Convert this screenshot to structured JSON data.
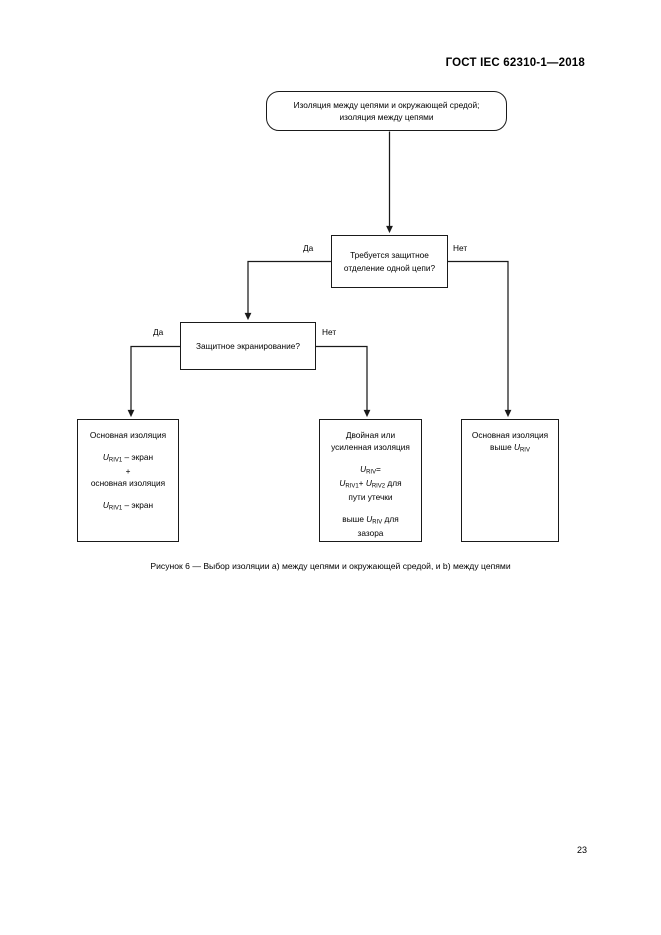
{
  "document": {
    "header": "ГОСТ IEC 62310-1—2018",
    "page_number": "23"
  },
  "figure": {
    "caption": "Рисунок 6 — Выбор изоляции a) между цепями и окружающей средой, и b) между цепями",
    "nodes": {
      "start": {
        "line1": "Изоляция между цепями и окружающей средой;",
        "line2": "изоляция между цепями"
      },
      "decision_1": {
        "line1": "Требуется защитное",
        "line2": "отделение одной цепи?"
      },
      "decision_2": {
        "line1": "Защитное экранирование?"
      },
      "result_left": {
        "line1": "Основная изоляция",
        "formula1_u": "U",
        "formula1_sub": "RIV1",
        "formula1_rest": " – экран",
        "plus": "+",
        "line2": "основная изоляция",
        "formula2_u": "U",
        "formula2_sub": "RIV1",
        "formula2_rest": " – экран"
      },
      "result_middle": {
        "line1": "Двойная или",
        "line2": "усиленная изоляция",
        "formula1_u": "U",
        "formula1_sub": "RIV",
        "formula1_rest": "=",
        "formula2_u1": "U",
        "formula2_sub1": "RIV1",
        "formula2_op": "+ ",
        "formula2_u2": "U",
        "formula2_sub2": "RIV2",
        "formula2_rest": " для",
        "line3": "пути утечки",
        "formula3_pre": "выше ",
        "formula3_u": "U",
        "formula3_sub": "RIV",
        "formula3_rest": " для",
        "line4": "зазора"
      },
      "result_right": {
        "line1": "Основная изоляция",
        "formula1_pre": "выше ",
        "formula1_u": "U",
        "formula1_sub": "RIV"
      }
    },
    "edge_labels": {
      "yes_1": "Да",
      "no_1": "Нет",
      "yes_2": "Да",
      "no_2": "Нет"
    },
    "colors": {
      "line": "#1a1a1a",
      "background": "#ffffff",
      "text": "#000000"
    }
  }
}
